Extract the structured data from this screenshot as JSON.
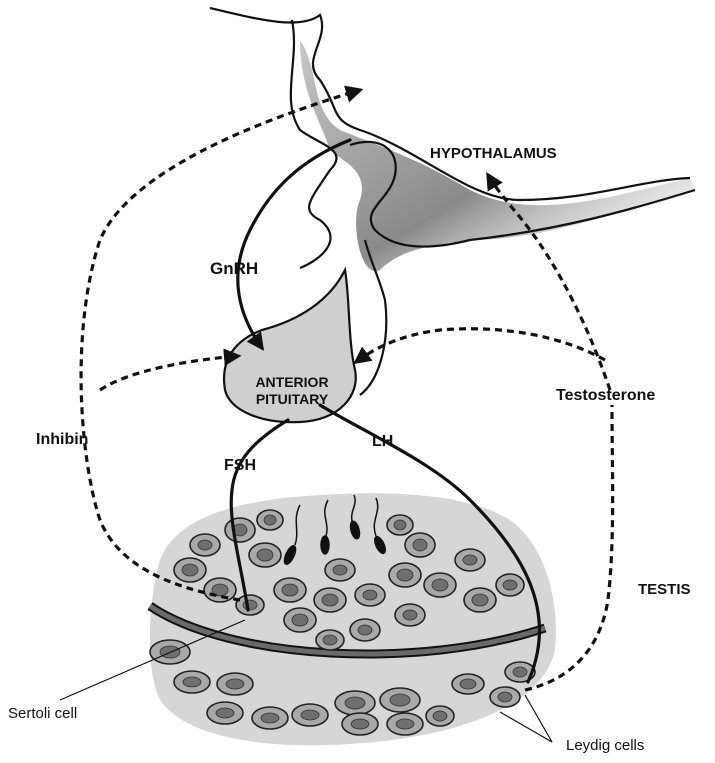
{
  "labels": {
    "hypothalamus": "HYPOTHALAMUS",
    "gnrh": "GnRH",
    "anterior_pituitary_line1": "ANTERIOR",
    "anterior_pituitary_line2": "PITUITARY",
    "testosterone": "Testosterone",
    "inhibin": "Inhibin",
    "fsh": "FSH",
    "lh": "LH",
    "testis": "TESTIS",
    "sertoli_cell": "Sertoli cell",
    "leydig_cells": "Leydig cells"
  },
  "colors": {
    "ink": "#111111",
    "pituitary_fill": "#cfcfcf",
    "tubule_bg": "#d6d6d6",
    "cell_fill": "#a9a9a9",
    "membrane": "#6a6a6a"
  },
  "arrows": {
    "solid": [
      "GnRH",
      "FSH",
      "LH"
    ],
    "dashed_feedback": [
      "Inhibin",
      "Testosterone"
    ]
  }
}
